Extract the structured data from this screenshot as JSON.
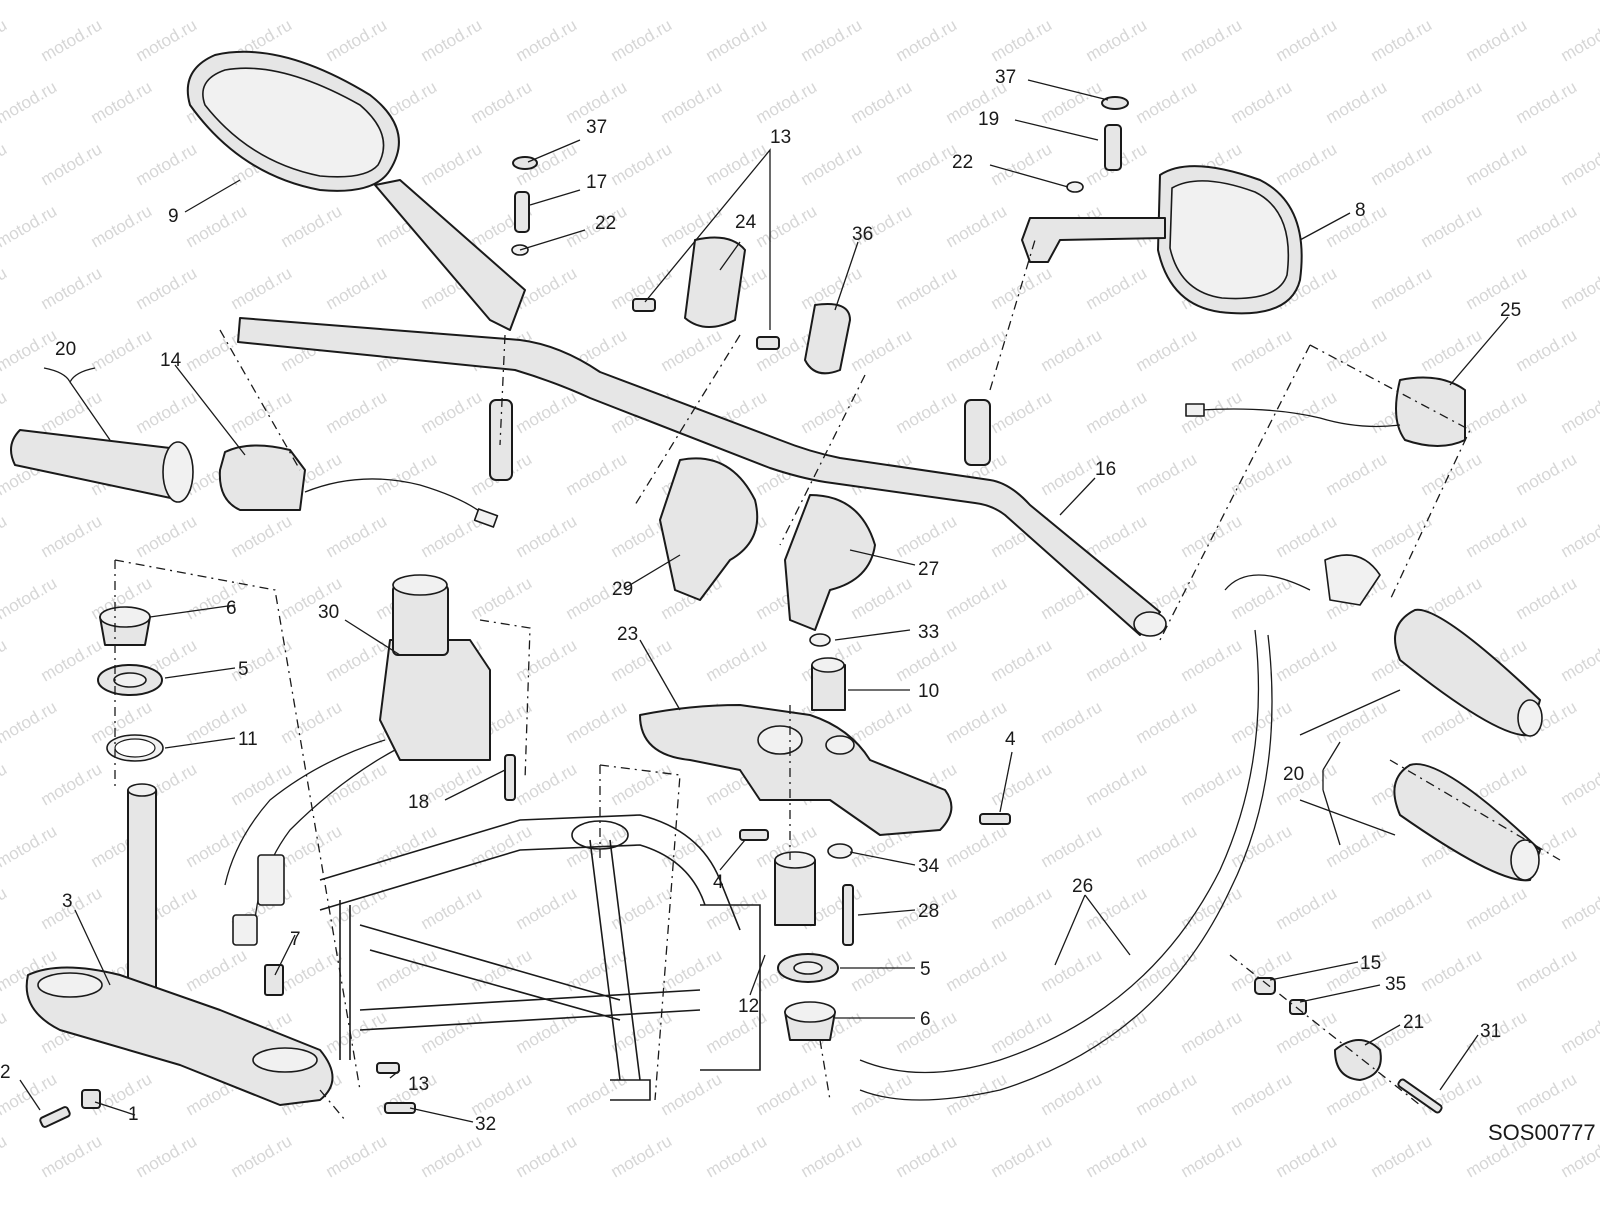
{
  "watermark": {
    "text": "motod.ru",
    "color": "#c9c9c9"
  },
  "colors": {
    "line": "#1a1a1a",
    "fill": "#e6e6e6",
    "background": "#ffffff"
  },
  "drawing_code": "SOS00777",
  "callouts": [
    {
      "id": "c9",
      "label": "9"
    },
    {
      "id": "c37a",
      "label": "37"
    },
    {
      "id": "c17",
      "label": "17"
    },
    {
      "id": "c22a",
      "label": "22"
    },
    {
      "id": "c13a",
      "label": "13"
    },
    {
      "id": "c24",
      "label": "24"
    },
    {
      "id": "c36",
      "label": "36"
    },
    {
      "id": "c37b",
      "label": "37"
    },
    {
      "id": "c19",
      "label": "19"
    },
    {
      "id": "c22b",
      "label": "22"
    },
    {
      "id": "c8",
      "label": "8"
    },
    {
      "id": "c25",
      "label": "25"
    },
    {
      "id": "c20a",
      "label": "20"
    },
    {
      "id": "c14",
      "label": "14"
    },
    {
      "id": "c16",
      "label": "16"
    },
    {
      "id": "c29",
      "label": "29"
    },
    {
      "id": "c27",
      "label": "27"
    },
    {
      "id": "c6a",
      "label": "6"
    },
    {
      "id": "c30",
      "label": "30"
    },
    {
      "id": "c5a",
      "label": "5"
    },
    {
      "id": "c11",
      "label": "11"
    },
    {
      "id": "c23",
      "label": "23"
    },
    {
      "id": "c33",
      "label": "33"
    },
    {
      "id": "c10",
      "label": "10"
    },
    {
      "id": "c18",
      "label": "18"
    },
    {
      "id": "c4a",
      "label": "4"
    },
    {
      "id": "c20b",
      "label": "20"
    },
    {
      "id": "c4b",
      "label": "4"
    },
    {
      "id": "c34",
      "label": "34"
    },
    {
      "id": "c3",
      "label": "3"
    },
    {
      "id": "c26",
      "label": "26"
    },
    {
      "id": "c28",
      "label": "28"
    },
    {
      "id": "c7",
      "label": "7"
    },
    {
      "id": "c5b",
      "label": "5"
    },
    {
      "id": "c12",
      "label": "12"
    },
    {
      "id": "c6b",
      "label": "6"
    },
    {
      "id": "c15",
      "label": "15"
    },
    {
      "id": "c35",
      "label": "35"
    },
    {
      "id": "c21",
      "label": "21"
    },
    {
      "id": "c31",
      "label": "31"
    },
    {
      "id": "c2",
      "label": "2"
    },
    {
      "id": "c13b",
      "label": "13"
    },
    {
      "id": "c1",
      "label": "1"
    },
    {
      "id": "c32",
      "label": "32"
    }
  ]
}
